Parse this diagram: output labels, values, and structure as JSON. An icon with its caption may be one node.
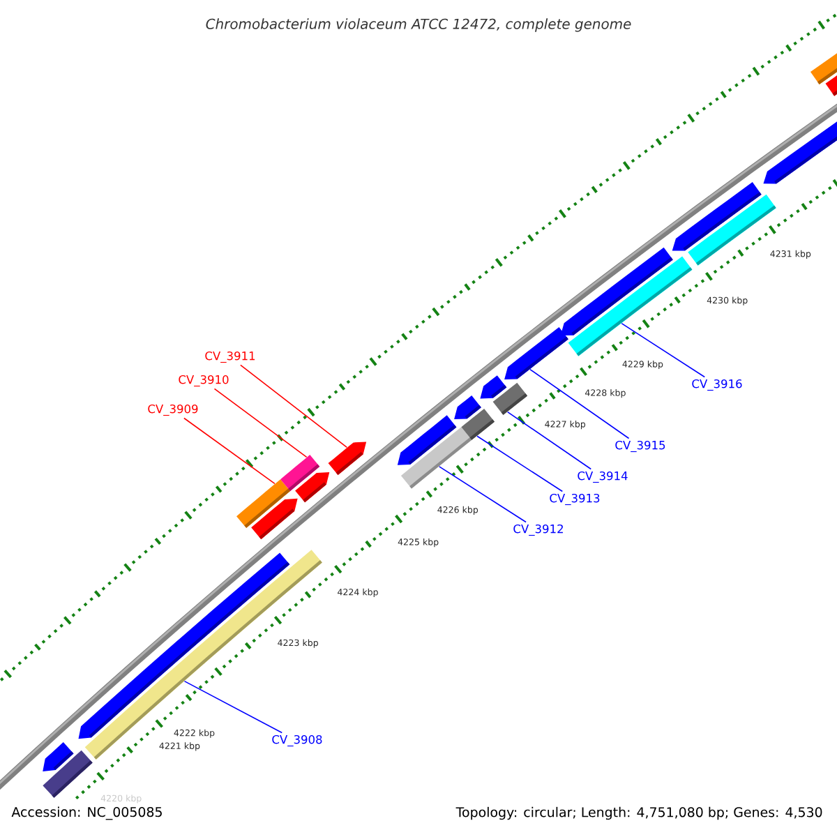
{
  "diagram": {
    "title": "Chromobacterium violaceum ATCC 12472, complete genome",
    "nodes": [
      {
        "text": [
          "CV_3911"
        ]
      },
      {
        "text": [
          "CV_3910"
        ]
      },
      {
        "text": [
          "CV_3916"
        ]
      },
      {
        "text": [
          "CV_3909"
        ]
      },
      {
        "text": [
          "CV_3915"
        ]
      },
      {
        "text": [
          "CV_3914"
        ]
      },
      {
        "text": [
          "CV_3913"
        ]
      },
      {
        "text": [
          "CV_3912"
        ]
      },
      {
        "text": [
          "CV_3908"
        ]
      },
      {
        "text": [],
        "shape": "bar"
      },
      {
        "text": [],
        "shape": "bar"
      },
      {
        "text": [],
        "shape": "bar"
      },
      {
        "text": [],
        "shape": "bar"
      },
      {
        "text": [],
        "shape": "bar"
      },
      {
        "text": [],
        "shape": "bar"
      },
      {
        "text": [],
        "shape": "bar"
      },
      {
        "text": [],
        "shape": "bar"
      },
      {
        "text": [],
        "shape": "bar"
      }
    ],
    "edges": [
      {
        "from": 0,
        "to": 12,
        "arrow": "none",
        "color": "#ff0000"
      },
      {
        "from": 1,
        "to": 11,
        "arrow": "none",
        "color": "#ff0000"
      },
      {
        "from": 2,
        "to": 17,
        "arrow": "none"
      },
      {
        "from": 3,
        "to": 10,
        "arrow": "none",
        "color": "#ff0000"
      },
      {
        "from": 4,
        "to": 16,
        "arrow": "none"
      },
      {
        "from": 5,
        "to": 15,
        "arrow": "none"
      },
      {
        "from": 6,
        "to": 14,
        "arrow": "none"
      },
      {
        "from": 7,
        "to": 13,
        "arrow": "none"
      },
      {
        "from": 8,
        "to": 9,
        "arrow": "none"
      }
    ],
    "labels": [
      "4231 kbp",
      "4230 kbp",
      "4229 kbp",
      "4228 kbp",
      "4227 kbp",
      "4226 kbp",
      "4225 kbp",
      "4224 kbp",
      "4223 kbp",
      "4222 kbp",
      "4221 kbp",
      "4220 kbp",
      "Accession: NC_005085",
      "Topology: circular; Length: 4,751,080 bp; Genes: 4,530"
    ]
  }
}
